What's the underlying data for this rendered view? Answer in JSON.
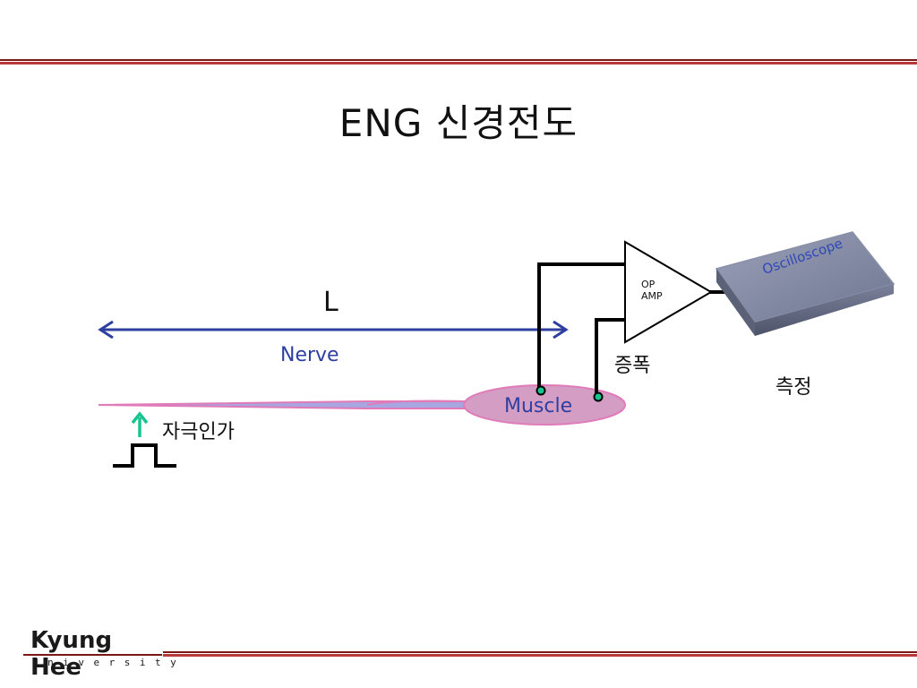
{
  "slide": {
    "title": "ENG 신경전도"
  },
  "diagram": {
    "length_label": "L",
    "nerve_label": "Nerve",
    "muscle_label": "Muscle",
    "stimulus_label": "자극인가",
    "amplifier_label_line1": "OP",
    "amplifier_label_line2": "AMP",
    "amplify_label": "증폭",
    "oscilloscope_label": "Oscilloscope",
    "measure_label": "측정"
  },
  "logo": {
    "name": "Kyung Hee",
    "sub": "University"
  },
  "colors": {
    "accent_red": "#b83a3a",
    "arrow_blue": "#2e3fa0",
    "nerve_fill": "#a8a6e0",
    "muscle_fill": "#d49ec4",
    "stim_arrow": "#17c490"
  }
}
